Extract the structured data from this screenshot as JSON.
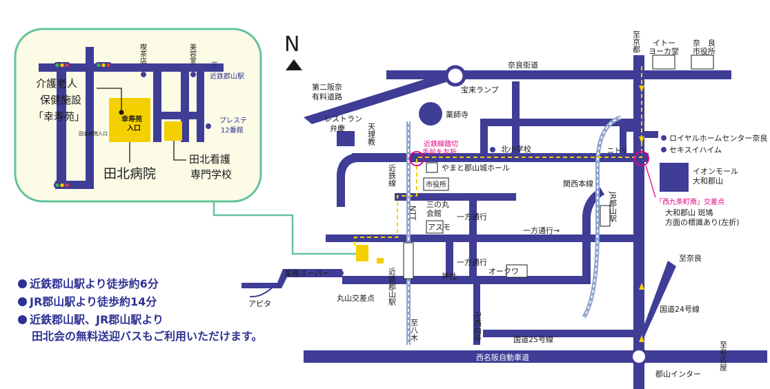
{
  "compass": {
    "letter": "N"
  },
  "colors": {
    "road": "#3f3d96",
    "hospital": "#f5d000",
    "inset_bg": "#fbfbe6",
    "inset_border": "#63c39c",
    "marker": "#e4007f",
    "rail": "#8fa3cf"
  },
  "inset": {
    "labels": {
      "kissaten": "喫茶店",
      "biyoshitsu": "美容室",
      "to_kintetsu": "至",
      "to_kintetsu2": "近鉄郡山駅",
      "kaigo1": "介護老人",
      "kaigo2": "保健施設",
      "kaigo3": "「幸寿苑」",
      "koujuen_entrance1": "幸寿苑",
      "koujuen_entrance2": "入口",
      "hospital_entrance": "田北病院入口",
      "presute1": "プレステ",
      "presute2": "12番館",
      "kango1": "田北看護",
      "kango2": "専門学校",
      "hospital": "田北病院"
    }
  },
  "map": {
    "labels": {
      "narakaido": "奈良街道",
      "to_kyoto": "至京都",
      "itoyokado": "イトー\nヨーカ堂",
      "nara_city": "奈　良\n市役所",
      "daini_hanna1": "第二阪奈",
      "daini_hanna2": "有料道路",
      "horai_lamp": "宝来ランプ",
      "yakushiji": "薬師寺",
      "restaurant1": "レストラン",
      "restaurant2": "弁慶",
      "tenrikyo": "天理教",
      "kintetsu_crossing1": "近鉄線踏切",
      "kintetsu_crossing2": "手前を左折",
      "kita_school": "北小学校",
      "nitori": "ニトリ",
      "royal": "ロイヤルホームセンター奈良",
      "sekisui": "セキスイハイム",
      "yamato_hall": "やまと郡山城ホール",
      "city_office": "市役所",
      "kintetsu_line": "近鉄線",
      "ntt": "NTT",
      "sannomaru1": "三の丸",
      "sannomaru2": "会館",
      "asumo": "アスモ",
      "oneway1": "一方通行",
      "oneway2": "一方通行→",
      "oneway3": "一方通行",
      "kansai_line": "関西本線",
      "jr_koriyama": "JR郡山駅",
      "aeon1": "イオンモール",
      "aeon2": "大和郡山",
      "nishikujo1": "「西九条町南」交差点",
      "nishikujo2": "大和郡山 斑鳩",
      "nishikujo3": "方面の標識あり(左折)",
      "gyomu": "業務スーパー",
      "apita": "アピタ",
      "maruyama": "丸山交差点",
      "kintetsu_station": "近鉄郡山駅",
      "jinja": "神社",
      "okuwa": "オークワ",
      "to_hachiki": "至八木",
      "nishimukaiji": "卍西向寺",
      "to_nara": "至奈良",
      "route24": "国道24号線",
      "route25": "国道25号線",
      "nishimeihan": "西名阪自動車道",
      "to_nagoya": "至名古屋",
      "koriyama_ic": "郡山インター"
    }
  },
  "access": [
    "近鉄郡山駅より徒歩約6分",
    "JR郡山駅より徒歩約14分",
    "近鉄郡山駅、JR郡山駅より",
    "田北会の無料送迎バスもご利用いただけます。"
  ]
}
